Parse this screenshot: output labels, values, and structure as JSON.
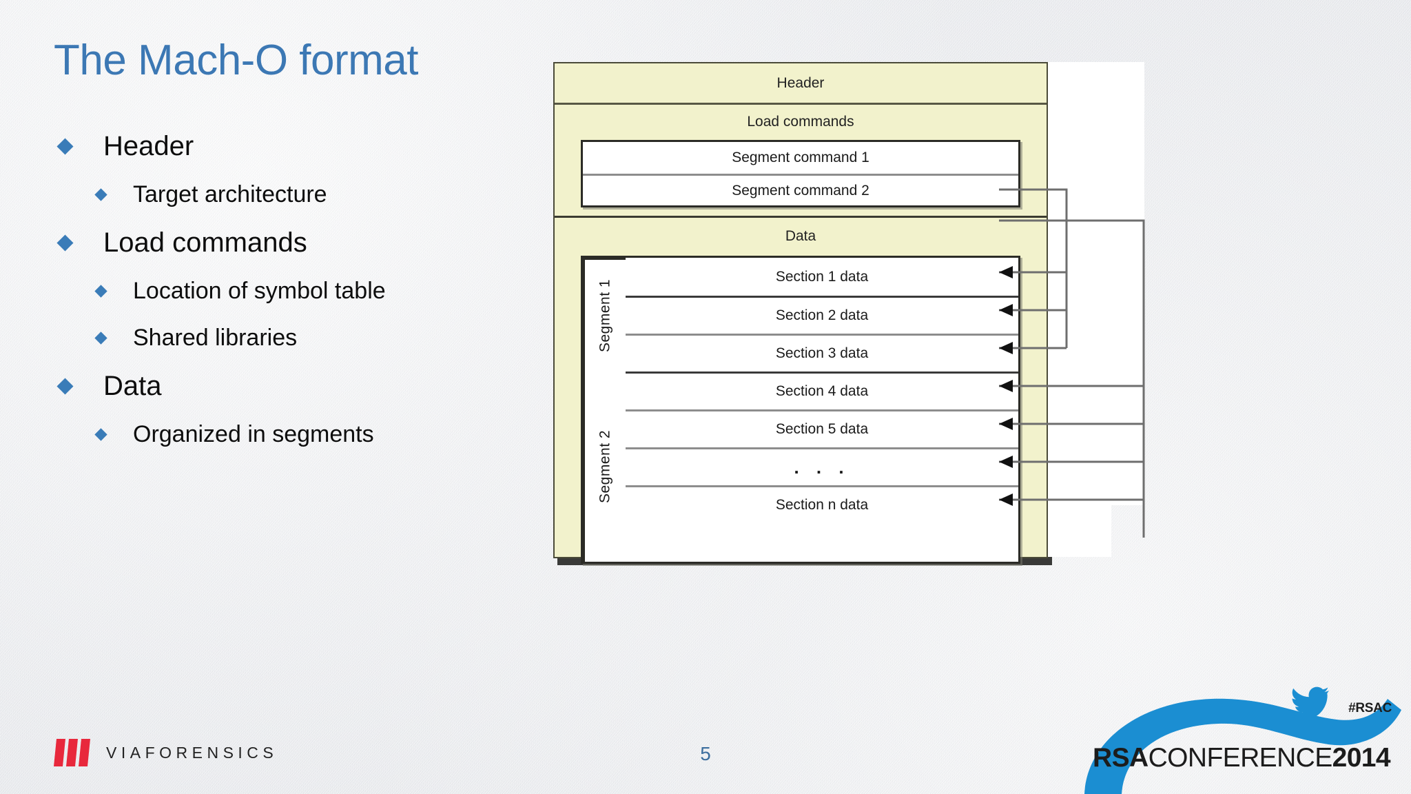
{
  "slide": {
    "title": "The Mach-O format",
    "page_number": "5",
    "title_color": "#3c78b4",
    "bullet_color": "#3a7cb8"
  },
  "bullets": [
    {
      "level": 1,
      "text": "Header"
    },
    {
      "level": 2,
      "text": "Target architecture"
    },
    {
      "level": 1,
      "text": "Load commands"
    },
    {
      "level": 2,
      "text": "Location of symbol table"
    },
    {
      "level": 2,
      "text": "Shared libraries"
    },
    {
      "level": 1,
      "text": "Data"
    },
    {
      "level": 2,
      "text": "Organized in segments"
    }
  ],
  "diagram": {
    "background_color": "#f2f2cc",
    "border_color": "#4a4a38",
    "header_band": "Header",
    "load_commands_band": "Load commands",
    "load_command_rows": [
      "Segment command 1",
      "Segment command 2"
    ],
    "data_band": "Data",
    "segments": [
      {
        "label": "Segment 1",
        "sections": [
          "Section 1 data",
          "Section 2 data",
          "Section 3 data"
        ]
      },
      {
        "label": "Segment 2",
        "sections": [
          "Section 4 data",
          "Section 5 data",
          ". . .",
          "Section n data"
        ]
      }
    ]
  },
  "footer": {
    "company_name": "VIAFORENSICS",
    "company_mark_color": "#e8283c",
    "conference_light": "RSA",
    "conference_mid": "CONFERENCE",
    "conference_bold": "2014",
    "hashtag": "#RSAC",
    "swoosh_color": "#1b8ed2"
  }
}
